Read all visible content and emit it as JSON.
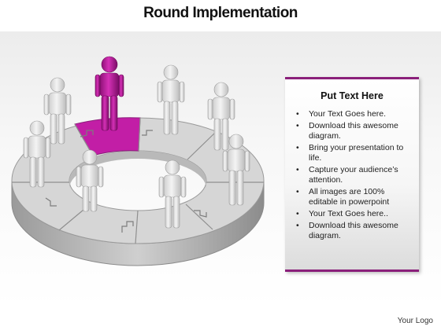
{
  "title": "Round Implementation",
  "text_box": {
    "heading": "Put Text Here",
    "bullets": [
      "Your Text Goes here.",
      "Download this awesome diagram.",
      "Bring your presentation to life.",
      "Capture your audience’s attention.",
      "All images are 100% editable in powerpoint",
      "Your Text Goes here..",
      "Download this awesome diagram."
    ]
  },
  "logo": "Your Logo",
  "colors": {
    "highlight": "#c21ea6",
    "accent_border": "#8a1f7a",
    "ring": "#d2d2d2",
    "ring_side": "#a9a9a9",
    "figure": "#e9e9e9"
  },
  "diagram": {
    "ring_segments": 8,
    "highlighted_segment": 1,
    "figures": 8,
    "highlighted_figure": "figure-top"
  }
}
